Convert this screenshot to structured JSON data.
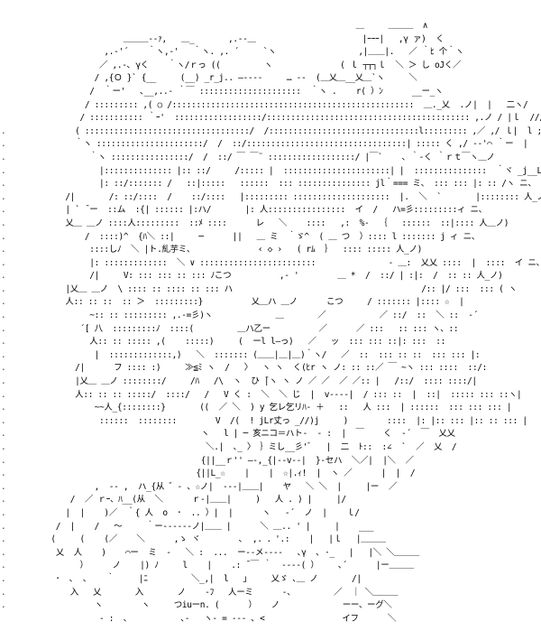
{
  "artwork": {
    "lines": [
      "                                                                        ＿     ＿＿＿  ∧",
      "                        ＿＿＿--ｧ,   ＿_       ,.-‐＿                      |ｰｰｰ|   ,γ ァ)  く",
      "                    ,.-'´    ｀ヽ,-'   ｀ヽ. ,. ´     `ヽ                 ,|＿＿|.   ／ ｀ﾋ 个｀ヽ",
      "                   ／ ,.-､ γく    ｀ヽ/ｒっ ((         ヽ              ( ｌ ┬┬┐ｌ  ＼ ＞ し oJく／",
      "                  / ,{Ｏ }` {__     (__) _r_j.. ―‐‐‐‐     … ‐‐  (＿乂＿__乂＿`ヽ     ＼",
      "                 /  ｀ー'   ､__,..‐ ｀￣ :::::::::::::::::::::  ｀ヽ .    r( ）ﾝ      __ー_ヽ",
      "                / ::::::::: ,( ○ /::::::::::::::::::::::::::::::::::::::::::::::::::  ＿._乂  .ノ|  |   二ヽ/",
      "               / ::::::::::: ｀ｰ'  ::::::::::::::::::/:::::::::::::::::::::::::::::::::::::::::: ,.ノ / |ｌ  ///__j=ﾄ",
      "              ( ::::::::::::::::::::::::::::::::::/  /:::::::::::::::::::::::::::::::l::::::::: ,／ ,/ ｌ|  l ;/ ｀ヽ",
      "              ｀ヽ ::::::::::::::::::::::/  /  ::/:::::::::::::::::::::::::::::::::| ::::: く ,/ -‐'⌒ ｀ー  |",
      "                 ｀ヽ ::::::::::::::::/  /  ::/ ￣ ￣¨ ::::::::::::::::::/ |￣`    ､ ｀‐く ｀ｒｔ￣ヽ＿ノ",
      "                   |:::::::::::::: |:: ::/     /::::: |  ::::::::::::::::::::::| |  :::::::::::::::  ｀ヾ _j__L_ノ",
      "                   |: ::/::::::: /   ::|:::::   ::::::  ::: ::::::::::::::: jl｀=== ミ、 ::: ::: |: :: /ヽ ニ、",
      "            /|       /: ::/::::  /    ::/::::   |::::::::: ::::::::::::::::::::  |.  ＼  `       |:::::::: 人_ノ)",
      "            | ` ̄ ー  ::ム  :{| :::::: |:ハ/       |: 人::::::::::::::::  イ  /   ハ=彡:::::::::ィ ニ、",
      "            乂＿ ＿ノ ::::人:::::::::  ::ﾒ ::::      レ   ＼    ::::   ,:  %-  ｛   ::::::  ::|:::: 人＿ノ)",
      "                /  ::::)^  {ﾊ＼ ::|     ─      ||   ＿ ミ  ｀ゞ^  ( ＿ つ  ）:::: l ::::::: j ィ ニ、",
      "                 ::::しﾉ  ＼ |ト.糺芋ミ、             ‹ ◇ ›   ( rﾑ  ｝  :::: ::::: 人_ノ)",
      "                 |: :::::::::::::  ＼ ∨ ::::::::::::::::::::::::               ‐ ＿:  乂乂 ::::  |  ::::  イ ニ、",
      "                 /|     V: ::: ::: :: ::: ﾉこつ          ,- '        ＿ *  /  ::/ | :|:  /  :: :: 人_ノ)",
      "            |乂＿ ＿ノ  \\ :::: :: :::: :: ::: ハ                                       /:: |/ :::  ::: ( ヽ",
      "            人:: :: ::  :: ＞  :::::::::}          乂＿ハ ＿ノ      こつ     / ::::::: |:::: ☆  |",
      "                 ~:: :: ::::::::: ,.-=彡)ヽ             ＿       ／           ／ ::/  ::  ＼ ::  ‐´",
      "               ´[ 八  :::::::::ﾉ  ::::(         ＿ハ乙ー          ／      ／ :::   :: ::: ヽ、::",
      "                 人:: :: ::::: ,(    :::::)     (  ーl l―っ)   ／   ッ  ::: ::: ::|: :::  ::",
      "                  |  :::::::::::::,)   ＼  ::::::: (＿＿|＿|＿)｀ヽ/   ／  ::  ::: :: ::  ::: ::: |:",
      "              /|      フ :::: :)     ≫≦ﾐ ヽ  /   〉  ヽ ヽ  く(ﾋr ヽ ノ: :: ::／ ￣ ~ヽ ::: ::::  ::/:",
      "              |乂＿ ＿ノ ::::::::/     /ﾊ   /\\  ヽ  ひ ̄|ヽ ヽ ノ ／ ／  ／ ／:: |   /::/  :::: ::::/|",
      "              人:: :: :: :::::/  ::::/   /   V く :  ＼  ＼ じ  |  v‐‐‐‐|  / ::: ::  |  ::|  ::::: ::: ::ヽ|",
      "                  ~~人_{::::::::}       ((  ／ ＼  ) y 乞レ乞リﾊ- ＋   ::   人 :::  | ::::::  ::: ::: ::: |",
      "                   ::::::  ::::::::        V  /(  ! jLr丈っ _//)j     )        ::::  |: |:: ::: |:: :: ::: |",
      "                                        ヽ   l | ─ 亥ニコ＝ハト‐  - :  |  ￣    く  ‐´  ￣  乂乂",
      "                                         ＼.|  ､_ 〉 ｝ミし__彡'ﾞ   |  二  ﾄ::  :∠  `  ／  乂  /",
      "                                        {||__ｒ'' ―‐,_{|‐‐v‐‐|  }-セハ  ＼／|  |＼  ／",
      "                                       {||L_☆    |    |  ☆|.ｨ!  |  ヽ ／      |  |  /",
      "                  ,  -‐ ,  ハ_{从 ゛‐ 、☆ノ|  ‐‐‐|＿＿|    ヤ   ＼ ＼  |     |ー  ／",
      "             /  ／ ｒｰ、ﾊ__(从  ＼      ｒ-|＿＿|     )   人 . ) |     |/   ",
      "            |  |    )／  ｀{ 人  o  ･  .. ）|  |      ヽ   ‐´  ノ  |    ｌ/  ",
      "          /  |    /   ～     ｀ー‐‐‐‐‐‐ノ|＿＿ |      ＼ ＿.. ' |     |    ___",
      "         (     (    (／    ＼      ,ゝ ヾ        ､  ,. ．'.:    |   |ｌ   |＿＿＿",
      "          乂  人    )    ⌒ー  ミ  ‐   ＼ :  ...  ー‐‐メ‐‐‐‐   ､γ  ､ ·_   |   |＼ ＼＿＿＿",
      "               ）     ノ    |) ﾉ     l    |    .: ̄ ￣ ｀  ‐‐‐‐( ）    ､´      |ー＿＿＿",
      "          ･  ､  ､    ｀     |ﾆ         ＼_,|  l   ｣     乂ゞ ､＿ ノ       /|",
      "             入   乂       入       ノ    ‐ﾌ   人ーミ      ‐、        ／  ｜ ＼＿＿＿",
      "                  ヽ        ヽ     つiuーn. (      ）   ノ             ーー、ーグ＼",
      "                   ‐ :  ､           ､‐   ヽ‐ = ‐‐‐ ､ <                イフ      ＼"
    ]
  }
}
